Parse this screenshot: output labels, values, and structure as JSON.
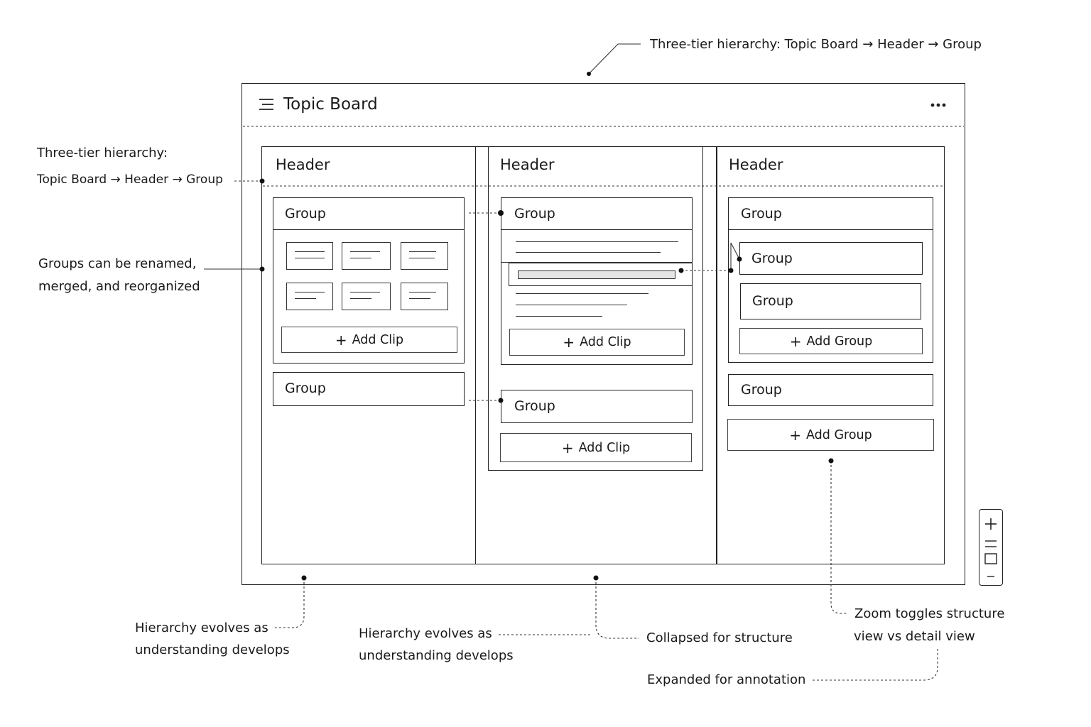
{
  "top_annotation": "Three-tier hierarchy: Topic Board → Header → Group",
  "board": {
    "title": "Topic Board",
    "menu_icon": "hamburger-menu-icon",
    "more_icon": "ellipsis-icon"
  },
  "columns": [
    {
      "header": "Header",
      "group_expanded": "Group",
      "add_clip": "Add Clip",
      "group_collapsed": "Group"
    },
    {
      "header": "Header",
      "group_expanded": "Group",
      "add_clip": "Add Clip",
      "group_collapsed": "Group",
      "add_clip_bottom": "Add Clip"
    },
    {
      "header": "Header",
      "group_expanded": "Group",
      "nested_group_1": "Group",
      "nested_group_2": "Group",
      "add_group_nested": "Add Group",
      "group_collapsed": "Group",
      "add_group": "Add Group"
    }
  ],
  "zoom_control": {
    "zoom_in": "+",
    "zoom_out": "−",
    "icons": [
      "plus-icon",
      "structure-lines-icon",
      "detail-square-icon",
      "minus-icon"
    ]
  },
  "annotations": {
    "left_hierarchy_line1": "Three-tier hierarchy:",
    "left_hierarchy_line2": "Topic Board → Header → Group",
    "left_groups_line1": "Groups can be renamed,",
    "left_groups_line2": "merged, and reorganized",
    "bottom_left_line1": "Hierarchy evolves as",
    "bottom_left_line2": "understanding develops",
    "bottom_mid_line1": "Hierarchy evolves as",
    "bottom_mid_line2": "understanding develops",
    "collapsed": "Collapsed for structure",
    "zoom_line1": "Zoom toggles structure",
    "zoom_line2": "view vs detail view",
    "expanded": "Expanded for annotation"
  }
}
